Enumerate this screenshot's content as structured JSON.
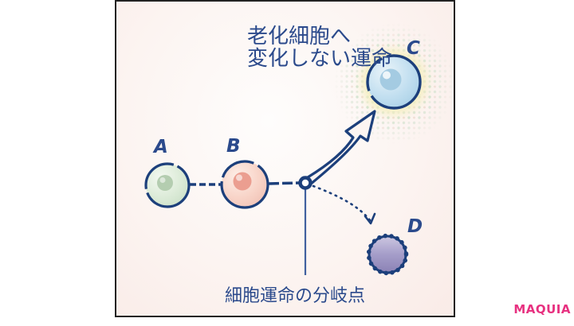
{
  "diagram": {
    "fate_label": {
      "line1": "老化細胞へ",
      "line2": "変化しない運命"
    },
    "branch_label": "細胞運命の分岐点",
    "cells": [
      {
        "label": "A",
        "body_color": "#d9e8d5",
        "nucleus_color": "#b4cdb0"
      },
      {
        "label": "B",
        "body_color": "#f8d5c9",
        "nucleus_color": "#eb9e90"
      },
      {
        "label": "C",
        "body_color": "#bedced",
        "nucleus_color": "#a4cbe2",
        "halo_color": "#f5efbe"
      },
      {
        "label": "D",
        "body_color": "#a199c6"
      }
    ],
    "outline_color": "#1c3f7b",
    "text_color": "#2b4a8c",
    "background_color": "#fcf3f0"
  },
  "watermark": {
    "text": "MAQUIA",
    "color": "#e73180"
  }
}
